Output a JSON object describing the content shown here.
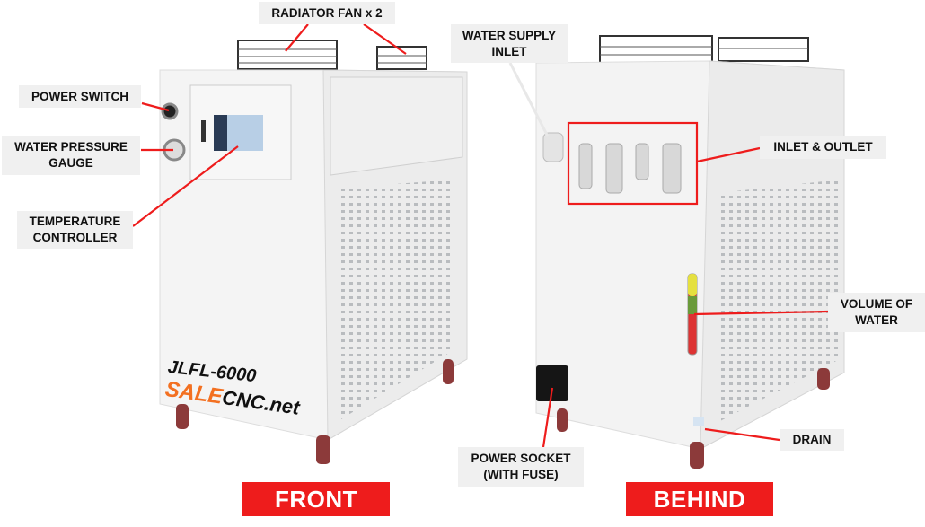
{
  "labels": {
    "radiator_fan": "RADIATOR FAN x 2",
    "power_switch": "POWER SWITCH",
    "water_pressure_gauge": "WATER PRESSURE GAUGE",
    "temperature_controller": "TEMPERATURE CONTROLLER",
    "water_supply_inlet": "WATER SUPPLY INLET",
    "inlet_outlet": "INLET & OUTLET",
    "volume_of_water": "VOLUME OF WATER",
    "drain": "DRAIN",
    "power_socket": "POWER SOCKET (WITH FUSE)"
  },
  "views": {
    "front": "FRONT",
    "behind": "BEHIND"
  },
  "product": {
    "model": "JLFL-6000",
    "brand_part1": "SALE",
    "brand_part2": "CNC.net"
  },
  "colors": {
    "accent": "#ee1c1c",
    "brand": "#f37021"
  }
}
